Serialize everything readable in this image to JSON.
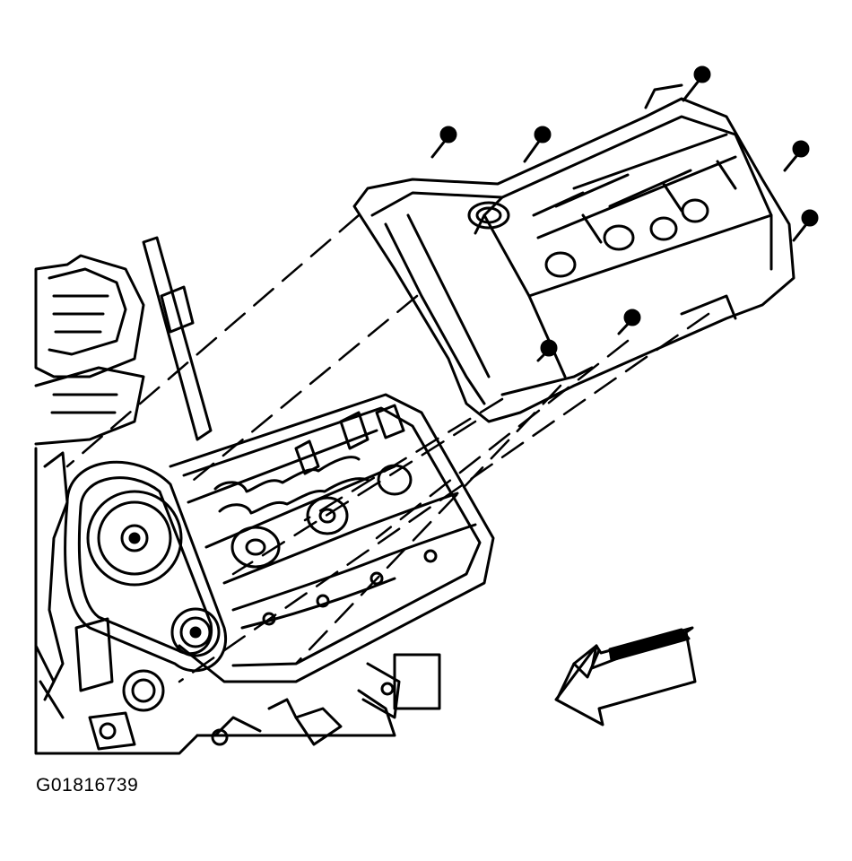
{
  "figure": {
    "id_label": "G01816739"
  },
  "parts": {
    "bolts_upper": 5,
    "bolts_lower": 2,
    "view_arrow": "front-of-vehicle-arrow"
  },
  "colors": {
    "ink": "#000000",
    "paper": "#ffffff"
  }
}
